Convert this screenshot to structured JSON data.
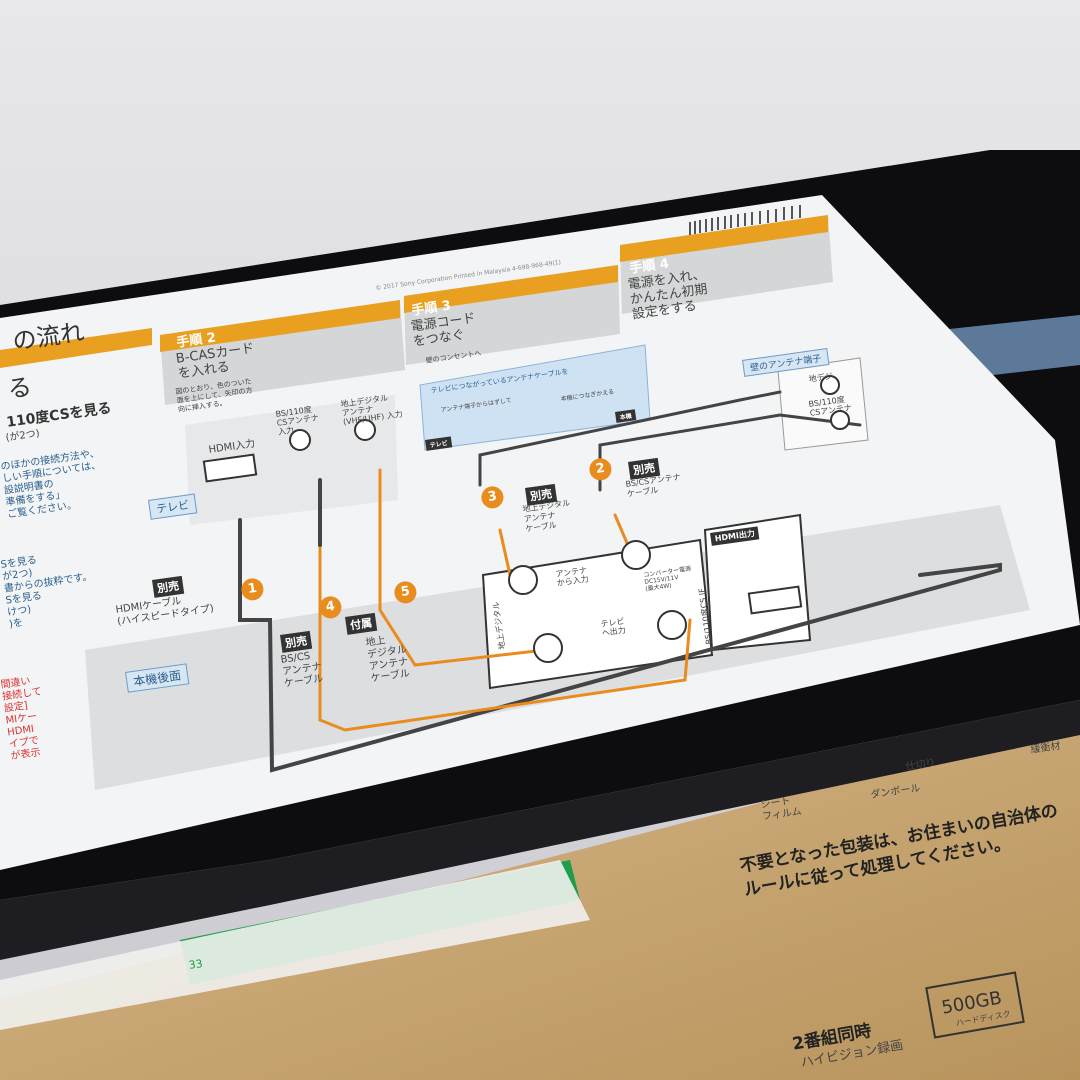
{
  "sheet": {
    "title_fragment": "の流れ",
    "subtitle_fragment": "る",
    "left_heading": "110度CSを見る",
    "left_sub": "(が2つ)",
    "left_text": "のほかの接続方法や、\nしい手順については、\n設説明書の\n準備をする」\nご覧ください。",
    "left_text2": "Sを見る\nが2つ)\n書からの抜粋です。\nSを見る\nけつ)\n)を",
    "left_red": "間違い\n接続して\n設定]\nMIケー\nHDMI\nイプで\nが表示",
    "copyright": "© 2017 Sony Corporation   Printed in Malaysia   4-698-968-49(1)",
    "steps": [
      {
        "header": "手順 2",
        "title": "B-CASカード\nを入れる",
        "note": "図のとおり、色のついた\n面を上にして、矢印の方\n向に挿入する。"
      },
      {
        "header": "手順 3",
        "title": "電源コード\nをつなぐ",
        "note": "壁のコンセントへ"
      },
      {
        "header": "手順 4",
        "title": "電源を入れ、\nかんたん初期\n設定をする",
        "note": ""
      }
    ],
    "tv": {
      "label": "テレビ",
      "hdmi_in": "HDMI入力",
      "bs_in": "BS/110度\nCSアンテナ\n入力",
      "terr_in": "地上デジタル\nアンテナ\n(VHF/UHF) 入力"
    },
    "callout": {
      "title": "テレビにつながっているアンテナケーブルを",
      "a": "アンテナ端子からはずして",
      "b": "本機につなぎかえる",
      "tv": "テレビ",
      "unit": "本機"
    },
    "wall": {
      "label": "壁のアンテナ端子",
      "terr": "地デジ",
      "bs": "BS/110度\nCSアンテナ"
    },
    "cables": [
      {
        "num": "1",
        "tag": "別売",
        "text": "HDMIケーブル\n(ハイスピードタイプ)"
      },
      {
        "num": "2",
        "tag": "別売",
        "text": "BS/CSアンテナ\nケーブル"
      },
      {
        "num": "3",
        "tag": "別売",
        "text": "地上デジタル\nアンテナ\nケーブル"
      },
      {
        "num": "4",
        "tag": "別売",
        "text": "BS/CS\nアンテナ\nケーブル"
      },
      {
        "num": "5",
        "tag": "付属",
        "text": "地上\nデジタル\nアンテナ\nケーブル"
      }
    ],
    "rear": {
      "label": "本機後面",
      "hdmi_out": "HDMI出力",
      "antenna_in": "アンテナ\nから入力",
      "tv_out": "テレビ\nへ出力",
      "terr": "地上デジタル",
      "bs": "BS/110度CS IF",
      "converter": "コンバーター電源\nDC15V/11V\n(最大4W)"
    }
  },
  "box": {
    "recycle": [
      "シート\nフィルム",
      "ダンボール",
      "仕切り",
      "緩衝材"
    ],
    "notice": "不要となった包装は、お住まいの自治体の\nルールに従って処理してください。",
    "feature1": "2番組同時",
    "feature2": "ハイビジョン録画",
    "capacity": "500GB",
    "capacity_sub": "ハードディスク",
    "label_num": "33"
  },
  "colors": {
    "accent": "#e98c1e",
    "device": "#111111",
    "cardboard": "#c9a878",
    "wall": "#dcdce0",
    "paper": "#f2f4f5"
  }
}
